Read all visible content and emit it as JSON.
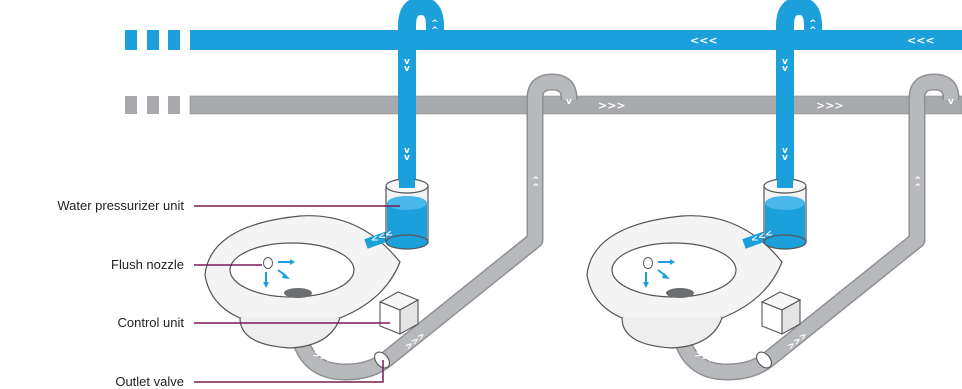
{
  "labels": {
    "water_pressurizer": "Water pressurizer unit",
    "flush_nozzle": "Flush nozzle",
    "control_unit": "Control unit",
    "outlet_valve": "Outlet valve"
  },
  "flow_markers": {
    "water_left": "<<<",
    "sewage_right": ">>>",
    "up": "^",
    "down": "v"
  },
  "colors": {
    "water_pipe": "#1ba0dc",
    "sewage_pipe": "#a7a9ac",
    "leader_line": "#7a1c58",
    "outline": "#555555"
  },
  "icons": [
    "toilet-bowl-icon",
    "pressurizer-tank-icon",
    "control-box-icon",
    "outlet-valve-icon"
  ]
}
